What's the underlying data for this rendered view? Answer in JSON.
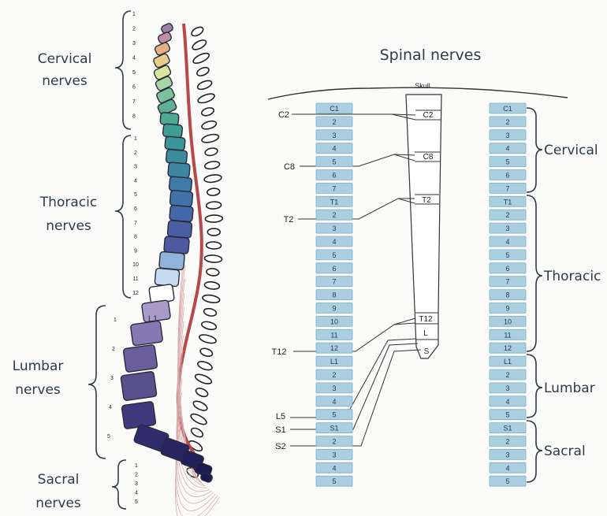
{
  "title": "Spinal nerves",
  "skull_label": "Skull",
  "left_groups": [
    {
      "label_line1": "Cervical",
      "label_line2": "nerves",
      "numbers": [
        "1",
        "2",
        "3",
        "4",
        "5",
        "6",
        "7",
        "8"
      ]
    },
    {
      "label_line1": "Thoracic",
      "label_line2": "nerves",
      "numbers": [
        "1",
        "2",
        "3",
        "4",
        "5",
        "6",
        "7",
        "8",
        "9",
        "10",
        "11",
        "12"
      ]
    },
    {
      "label_line1": "Lumbar",
      "label_line2": "nerves",
      "numbers": [
        "1",
        "2",
        "3",
        "4",
        "5"
      ]
    },
    {
      "label_line1": "Sacral",
      "label_line2": "nerves",
      "numbers": [
        "1",
        "2",
        "3",
        "4",
        "5"
      ]
    }
  ],
  "vertebrae": [
    "C1",
    "2",
    "3",
    "4",
    "5",
    "6",
    "7",
    "T1",
    "2",
    "3",
    "4",
    "5",
    "6",
    "7",
    "8",
    "9",
    "10",
    "11",
    "12",
    "L1",
    "2",
    "3",
    "4",
    "5",
    "S1",
    "2",
    "3",
    "4",
    "5"
  ],
  "cord_labels": [
    "C2",
    "C8",
    "T2",
    "T12",
    "L",
    "S"
  ],
  "nerve_labels": [
    "C2",
    "C8",
    "T2",
    "T12",
    "L5",
    "S1",
    "S2"
  ],
  "region_labels": [
    "Cervical",
    "Thoracic",
    "Lumbar",
    "Sacral"
  ],
  "colors": {
    "vertebra_fill": "#a9cfe0",
    "vertebra_stroke": "#7fb0c8",
    "cord_stripe": "#b54a4a",
    "ink": "#2d3b49",
    "cervical": [
      "#9a7fa6",
      "#c48ca2",
      "#e7b083",
      "#e6cf86",
      "#d9e6a0",
      "#a8d6a6",
      "#7cc29b",
      "#5fb194"
    ],
    "thoracic": [
      "#4fa892",
      "#3f9d93",
      "#3a9498",
      "#3c8c9e",
      "#3e84a3",
      "#3f7ba6",
      "#4272a8",
      "#4768a8",
      "#4a5ea4",
      "#4d5aa0",
      "#8fb3d9",
      "#c7dcf0"
    ],
    "lumbar": [
      "#ffffff",
      "#a99bc9",
      "#8679b3",
      "#6b5e9f",
      "#58508d"
    ],
    "sacral": [
      "#3f3a7d",
      "#2f2c6b",
      "#272563",
      "#1f1f5a",
      "#1b1b50"
    ]
  }
}
